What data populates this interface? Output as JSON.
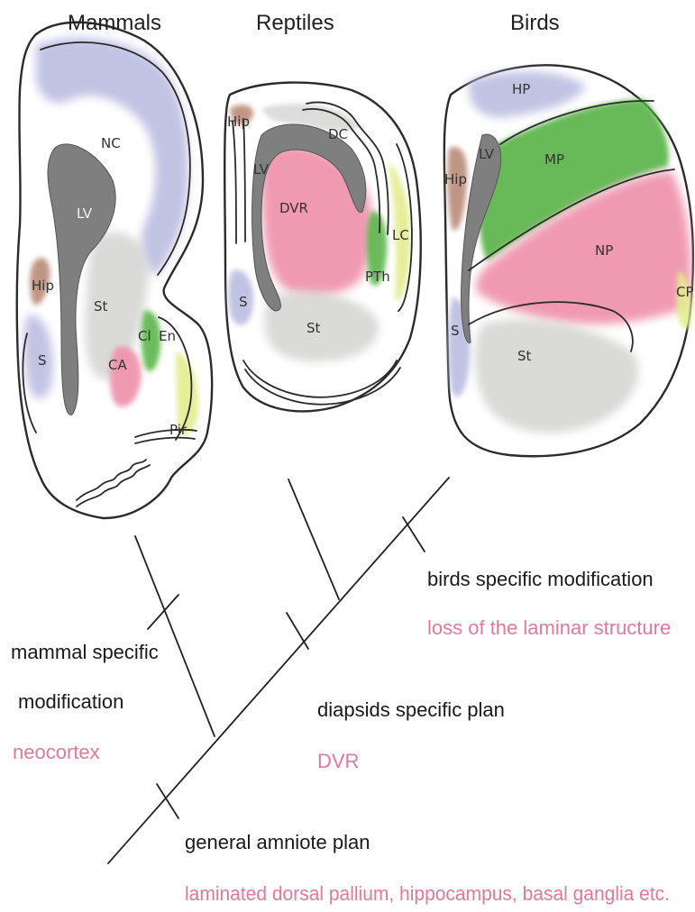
{
  "colors": {
    "background": "#ffffff",
    "brain_fill": "#fbf8df",
    "ventricle": "#7f7f7f",
    "pallium_blue": "#b7b9df",
    "striatum_grey": "#d6d6d4",
    "dvr_pink": "#ef90aa",
    "green": "#5cb54c",
    "hippocampus_brown": "#b98a78",
    "yellow_green": "#e3ec8f",
    "annotation_pink": "#e2799a"
  },
  "panels": {
    "mammals": {
      "title": "Mammals",
      "regions": {
        "nc": "NC",
        "lv": "LV",
        "hip": "Hip",
        "st": "St",
        "s": "S",
        "ca": "CA",
        "cl": "Cl",
        "en": "En",
        "pir": "Pir"
      }
    },
    "reptiles": {
      "title": "Reptiles",
      "regions": {
        "hip": "Hip",
        "dc": "DC",
        "lv": "LV",
        "dvr": "DVR",
        "lc": "LC",
        "pth": "PTh",
        "s": "S",
        "st": "St"
      }
    },
    "birds": {
      "title": "Birds",
      "regions": {
        "hp": "HP",
        "lv": "LV",
        "hip": "Hip",
        "mp": "MP",
        "np": "NP",
        "cp": "CP",
        "s": "S",
        "st": "St"
      }
    }
  },
  "annotations": {
    "birds": {
      "label": "birds specific modification",
      "detail": "loss of the laminar structure"
    },
    "mammals": {
      "label_line1": "mammal specific",
      "label_line2": "modification",
      "detail": "neocortex"
    },
    "diapsids": {
      "label": "diapsids specific plan",
      "detail": "DVR"
    },
    "amniote": {
      "label": "general amniote plan",
      "detail": "laminated dorsal pallium, hippocampus, basal ganglia etc."
    }
  },
  "icons": {
    "brain_mammal": "mammal-brain-section-icon",
    "brain_reptile": "reptile-brain-section-icon",
    "brain_bird": "bird-brain-section-icon"
  }
}
